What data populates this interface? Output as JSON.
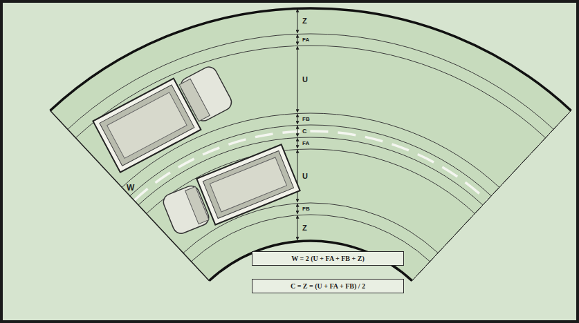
{
  "diagram": {
    "nodes": [
      {
        "text": [
          "W = 2 (U + FA + FB + Z)"
        ]
      },
      {
        "text": [
          "C = Z = (U + FA + FB) / 2"
        ]
      }
    ],
    "labels": [
      "Z",
      "FA",
      "U",
      "FB",
      "C",
      "FA",
      "U",
      "FB",
      "Z",
      "W"
    ]
  }
}
